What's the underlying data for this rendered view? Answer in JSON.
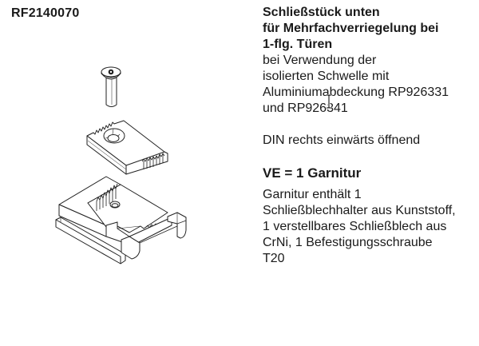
{
  "article": {
    "number": "RF2140070"
  },
  "description": {
    "title_lines": [
      "Schließstück unten",
      "für Mehrfachverriegelung bei",
      "1-flg. Türen"
    ],
    "usage_lines": [
      "bei Verwendung der",
      "isolierten Schwelle mit",
      "Aluminiumabdeckung RP926331",
      "und RP926341"
    ],
    "din_note": "DIN rechts einwärts öffnend",
    "packaging_unit": "VE = 1 Garnitur",
    "contents_lines": [
      "Garnitur enthält 1",
      "Schließblechhalter aus Kunststoff,",
      "1 verstellbares Schließblech aus",
      "CrNi, 1 Befestigungsschraube",
      "T20"
    ]
  },
  "drawing": {
    "parts": [
      "screw-T20",
      "adjustable-strike-plate",
      "strike-plate-holder"
    ],
    "line_color": "#222222"
  },
  "cursor": {
    "type": "text-ibeam"
  }
}
